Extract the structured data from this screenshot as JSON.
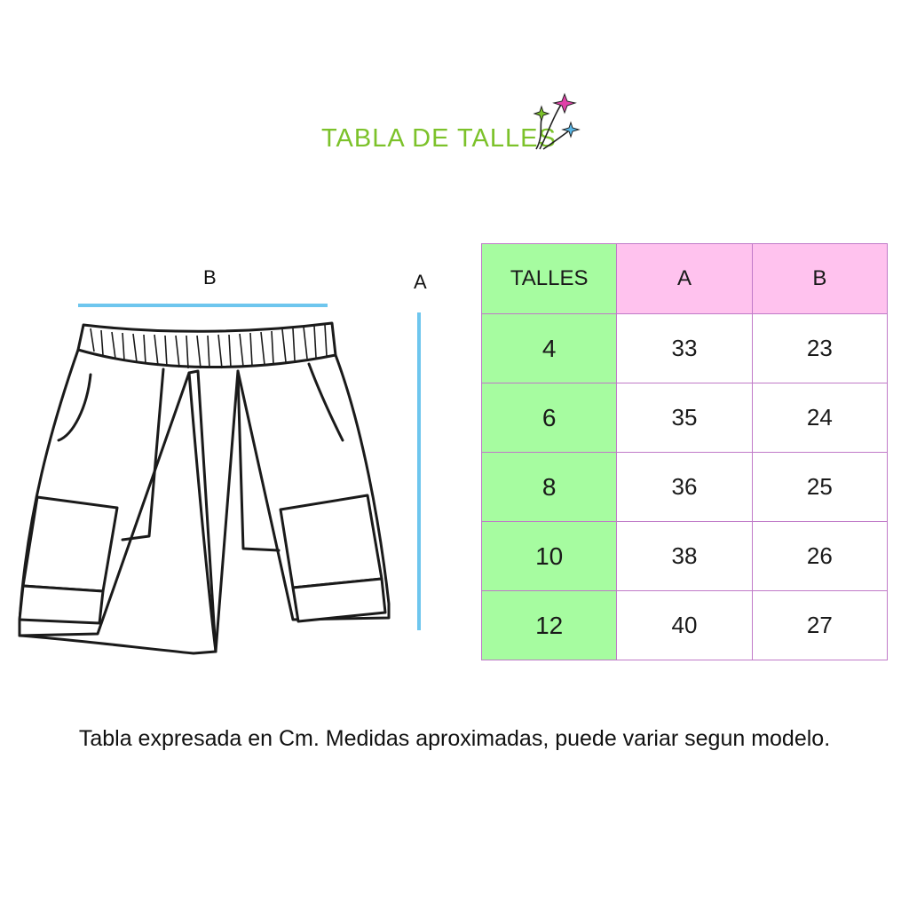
{
  "header": {
    "title": "TABLA DE TALLES",
    "title_color": "#7cc22a",
    "decoration_icon": "stars-icon",
    "star_colors": [
      "#7cc22a",
      "#e040a8",
      "#5ab8e8"
    ]
  },
  "diagram": {
    "label_b": "B",
    "label_a": "A",
    "measure_color": "#6ec6ee",
    "illustration_icon": "shorts-icon"
  },
  "table": {
    "headers": [
      "TALLES",
      "A",
      "B"
    ],
    "rows": [
      [
        "4",
        "33",
        "23"
      ],
      [
        "6",
        "35",
        "24"
      ],
      [
        "8",
        "36",
        "25"
      ],
      [
        "10",
        "38",
        "26"
      ],
      [
        "12",
        "40",
        "27"
      ]
    ],
    "size_col_color": "#a6fca0",
    "header_color": "#ffc2ee",
    "border_color": "#c07ac8"
  },
  "footer": {
    "note": "Tabla expresada en Cm. Medidas aproximadas, puede variar segun modelo."
  }
}
